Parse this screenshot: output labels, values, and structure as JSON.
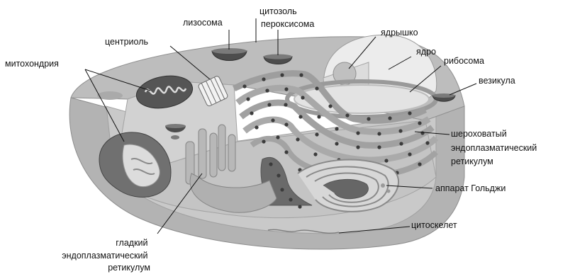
{
  "diagram": {
    "labels": {
      "lysosome": "лизосома",
      "cytosol": "цитозоль",
      "peroxisome": "пероксисома",
      "nucleolus": "ядрышко",
      "centriole": "центриоль",
      "nucleus": "ядро",
      "mitochondria": "митохондрия",
      "ribosome": "рибосома",
      "vesicle": "везикула",
      "rough_er": [
        "шероховатый",
        "эндоплазматический",
        "ретикулум"
      ],
      "golgi": "аппарат Гольджи",
      "cytoskeleton": "цитоскелет",
      "smooth_er": [
        "гладкий",
        "эндоплазматический",
        "ретикулум"
      ]
    },
    "colors": {
      "top_surface": "#bdbdbd",
      "cut_face": "#cfcfcf",
      "outer_side": "#a9a9a9",
      "nucleus": "#e9e9e9",
      "nucleolus": "#bfbfbf",
      "dark_organelle": "#4a4a4a",
      "er_ribbon": "#b0b0b0",
      "ribosome_dot": "#3c3c3c",
      "label_text": "#111111"
    }
  }
}
